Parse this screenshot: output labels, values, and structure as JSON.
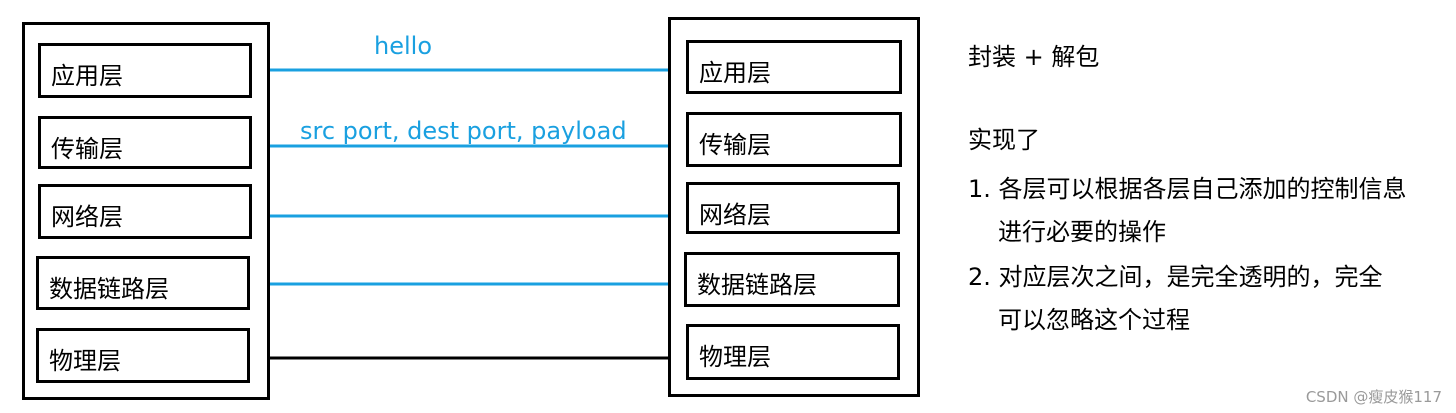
{
  "left_stack": {
    "layers": [
      "应用层",
      "传输层",
      "网络层",
      "数据链路层",
      "物理层"
    ]
  },
  "right_stack": {
    "layers": [
      "应用层",
      "传输层",
      "网络层",
      "数据链路层",
      "物理层"
    ]
  },
  "connections": {
    "labels": [
      "hello",
      "src port, dest port, payload"
    ],
    "colors": {
      "logical": "#1aa0e0",
      "physical": "#000000"
    }
  },
  "notes": {
    "title": "封装 + 解包",
    "subtitle": "实现了",
    "item1_line1": "1. 各层可以根据各层自己添加的控制信息",
    "item1_line2": "进行必要的操作",
    "item2_line1": "2. 对应层次之间，是完全透明的，完全",
    "item2_line2": "可以忽略这个过程"
  },
  "watermark": "CSDN @瘦皮猴117"
}
